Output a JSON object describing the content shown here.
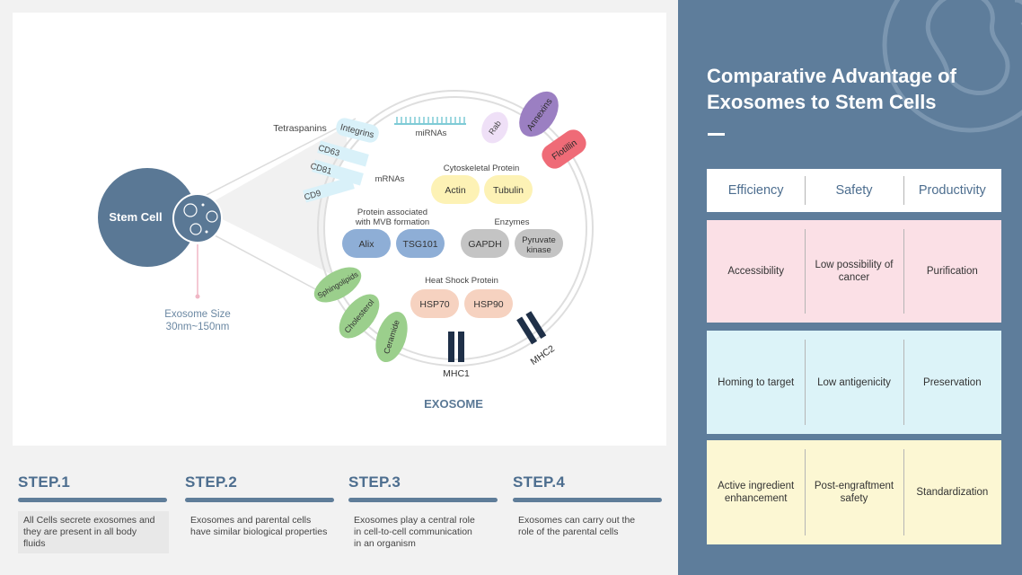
{
  "diagram": {
    "stem_cell_label": "Stem Cell",
    "exosome_size_label": "Exosome Size",
    "exosome_size_value": "30nm~150nm",
    "exosome_label": "EXOSOME",
    "tetraspanins_label": "Tetraspanins",
    "integrins_label": "Integrins",
    "cd63_label": "CD63",
    "cd81_label": "CD81",
    "cd9_label": "CD9",
    "mirnas_label": "miRNAs",
    "mrnas_label": "mRNAs",
    "rab_label": "Rab",
    "annexins_label": "Annexins",
    "flotillin_label": "Flotillin",
    "cytoskeletal_label": "Cytoskeletal Protein",
    "actin_label": "Actin",
    "tubulin_label": "Tubulin",
    "mvb_label_line1": "Protein associated",
    "mvb_label_line2": "with MVB formation",
    "alix_label": "Alix",
    "tsg101_label": "TSG101",
    "enzymes_label": "Enzymes",
    "gapdh_label": "GAPDH",
    "pyruvate_line1": "Pyruvate",
    "pyruvate_line2": "kinase",
    "heat_shock_label": "Heat Shock Protein",
    "hsp70_label": "HSP70",
    "hsp90_label": "HSP90",
    "sphingolipids_label": "Sphingolipids",
    "cholesterol_label": "Cholesterol",
    "ceramide_label": "Ceramide",
    "mhc1_label": "MHC1",
    "mhc2_label": "MHC2"
  },
  "steps": [
    {
      "title": "STEP.1",
      "lines": [
        "All Cells secrete exosomes and",
        "they are present in all body",
        "fluids"
      ]
    },
    {
      "title": "STEP.2",
      "lines": [
        "Exosomes and parental cells",
        "have similar biological properties",
        ""
      ]
    },
    {
      "title": "STEP.3",
      "lines": [
        "Exosomes play a central role",
        "in cell-to-cell communication",
        "in an organism"
      ]
    },
    {
      "title": "STEP.4",
      "lines": [
        "Exosomes can carry out the",
        "role of the parental cells",
        ""
      ]
    }
  ],
  "panel": {
    "title_line1": "Comparative Advantage of",
    "title_line2": "Exosomes to Stem Cells",
    "headers": [
      "Efficiency",
      "Safety",
      "Productivity"
    ],
    "rows": [
      {
        "cells": [
          "Accessibility",
          "Low possibility of cancer",
          "Purification"
        ]
      },
      {
        "cells": [
          "Homing to target",
          "Low antigenicity",
          "Preservation"
        ]
      },
      {
        "cells": [
          "Active ingredient enhancement",
          "Post-engraftment safety",
          "Standardization"
        ]
      }
    ]
  },
  "colors": {
    "panel_bg": "#5e7d9b",
    "stem_cell": "#5a7895",
    "accent_text": "#4d6e8f",
    "row_pink": "#fbe0e6",
    "row_cyan": "#dcf3f8",
    "row_yellow": "#fcf7d3"
  }
}
